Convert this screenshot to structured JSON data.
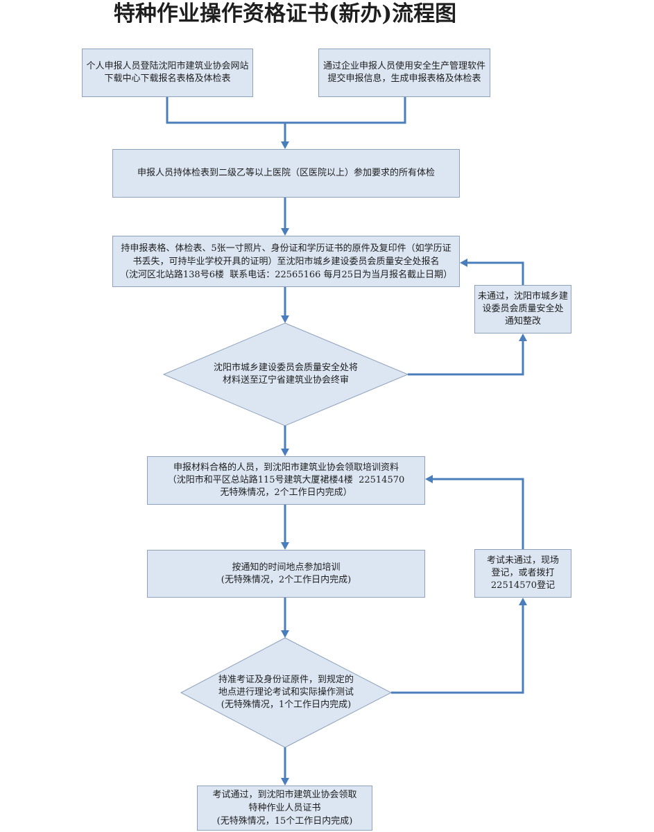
{
  "title": "特种作业操作资格证书(新办)流程图",
  "nodes": {
    "personal_download": [
      "个人申报人员登陆沈阳市建筑业协会网站",
      "下载中心下载报名表格及体检表"
    ],
    "enterprise_submit": [
      "通过企业申报人员使用安全生产管理软件",
      "提交申报信息，生成申报表格及体检表"
    ],
    "medical_exam": [
      "申报人员持体检表到二级乙等以上医院（区医院以上）参加要求的所有体检"
    ],
    "registration": [
      "持申报表格、体检表、5张一寸照片、身份证和学历证书的原件及复印件（如学历证",
      "书丢失，可持毕业学校开具的证明）至沈阳市城乡建设委员会质量安全处报名",
      "（沈河区北站路138号6楼  联系电话：22565166 每月25日为当月报名截止日期）"
    ],
    "rectify_notice": [
      "未通过，沈阳市城乡建",
      "设委员会质量安全处",
      "通知整改"
    ],
    "final_review": [
      "沈阳市城乡建设委员会质量安全处将",
      "材料送至辽宁省建筑业协会终审"
    ],
    "collect_materials": [
      "申报材料合格的人员，到沈阳市建筑业协会领取培训资料",
      "（沈阳市和平区总站路115号建筑大厦裙楼4楼  22514570",
      "无特殊情况，2个工作日内完成）"
    ],
    "training": [
      "按通知的时间地点参加培训",
      "(无特殊情况，2个工作日内完成)"
    ],
    "retake_register": [
      "考试未通过，现场",
      "登记，或者拨打",
      "22514570登记"
    ],
    "exam": [
      "持准考证及身份证原件，到规定的",
      "地点进行理论考试和实际操作测试",
      "(无特殊情况，1个工作日内完成)"
    ],
    "certificate": [
      "考试通过，到沈阳市建筑业协会领取",
      "特种作业人员证书",
      "(无特殊情况，15个工作日内完成)"
    ]
  },
  "colors": {
    "node_fill": "#dce6f2",
    "node_border": "#8da1bb",
    "connector": "#4a7ebb",
    "text": "#1e1e1e"
  }
}
